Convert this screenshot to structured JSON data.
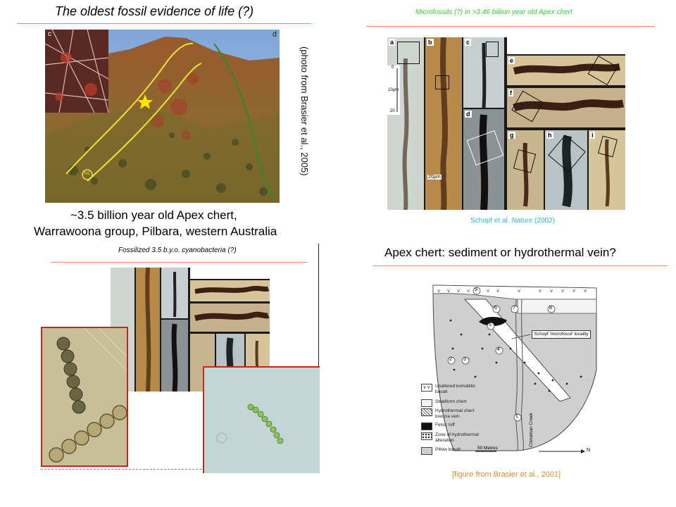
{
  "top_left": {
    "title": "The oldest fossil evidence of life (?)",
    "side_credit": "(photo from Brasier et al., 2005)",
    "caption_line1": "~3.5 billion year old Apex chert,",
    "caption_line2": "Warrawoona group, Pilbara, western Australia",
    "photo_corner_letters": [
      "c",
      "d"
    ],
    "marker_label": "N1"
  },
  "top_right": {
    "title": "Microfossils (?) in >3.46 billion year old Apex chert",
    "credit_author": "Schopf",
    "credit_middle": " et al. ",
    "credit_journal": "Nature",
    "credit_year": " (2002)",
    "panel_letters": [
      "a",
      "b",
      "c",
      "d",
      "e",
      "f",
      "g",
      "h",
      "i"
    ],
    "scale_ticks": [
      "0",
      "10µm",
      "20"
    ],
    "scale_bar": "20µm"
  },
  "bottom_left": {
    "title": "Fossilized 3.5 b.y.o. cyanobacteria (?)"
  },
  "bottom_right": {
    "title": "Apex chert: sediment or hydrothermal vein?",
    "credit": "[figure from Brasier et al., 2001]",
    "map": {
      "circled_numbers": [
        "9",
        "6",
        "7",
        "8",
        "5",
        "4",
        "2",
        "3",
        "1"
      ],
      "locality_box": "Schopf 'microfossil' locality",
      "creek_label": "Chinaman Creek",
      "scale_label": "50 Metres",
      "north_label": "N",
      "legend": [
        "Unaltered komatiitic basalt",
        "Stratiform chert",
        "Hydrothermal chert breccia vein",
        "Felsic tuff",
        "Zone of hydrothermal alteration",
        "Pillow basalt"
      ]
    }
  },
  "colors": {
    "rule": "#f08a6a",
    "green_title": "#33cc33",
    "cyan_credit": "#29b6d6",
    "orange_credit": "#e08a2a",
    "red_frame": "#cc2222"
  }
}
